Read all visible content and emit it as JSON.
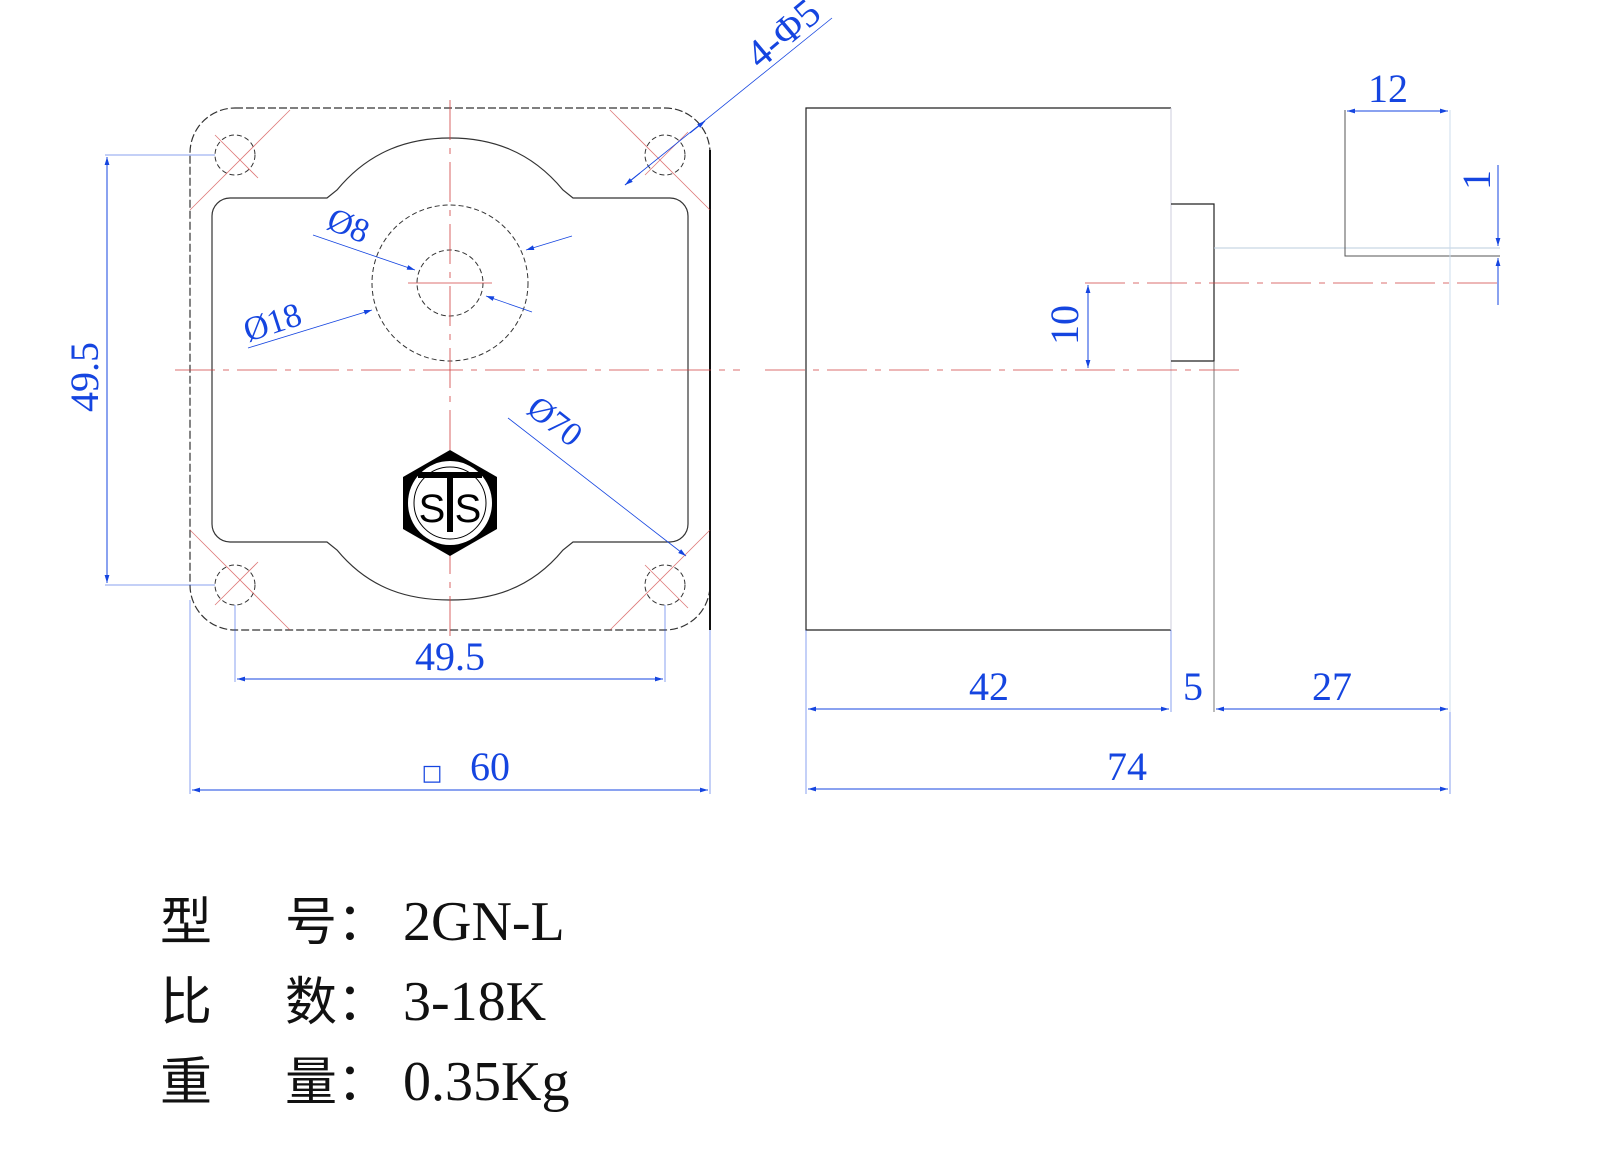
{
  "front_view": {
    "dims": {
      "holes": "4-Φ5",
      "shaft": "Ø8",
      "boss": "Ø18",
      "pcd": "Ø70",
      "hole_spacing_v": "49.5",
      "hole_spacing_h": "49.5",
      "square_symbol": "□",
      "flange_size": "60"
    },
    "logo": "STS"
  },
  "side_view": {
    "dims": {
      "key_length": "12",
      "key_depth": "1",
      "shaft_offset": "10",
      "body": "42",
      "pilot": "5",
      "shaft_length": "27",
      "total": "74"
    }
  },
  "specs": [
    {
      "k1": "型",
      "k2": "号：",
      "value": "2GN-L"
    },
    {
      "k1": "比",
      "k2": "数：",
      "value": "3-18K"
    },
    {
      "k1": "重",
      "k2": "量：",
      "value": "0.35Kg"
    }
  ],
  "colors": {
    "dimension": "#1545e0",
    "centerline": "#d04040",
    "outline": "#222222"
  }
}
